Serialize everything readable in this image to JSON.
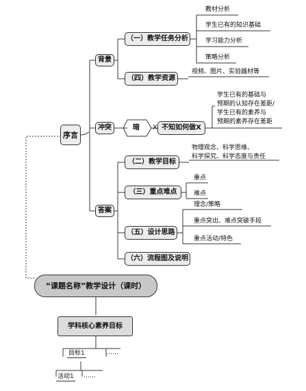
{
  "root": "序言",
  "branches": {
    "background": {
      "label": "背景",
      "tasks": {
        "label": "（一）教学任务分析",
        "items": [
          "教材分析",
          "学生已有的知识基础",
          "学习能力分析",
          "策略分析"
        ]
      },
      "resources": {
        "label": "（四）教学资源",
        "detail": "视频、图片、实验器材等"
      }
    },
    "conflict": {
      "label": "冲突",
      "hint": "暗",
      "cross_mark": "X",
      "unknown": "不知如何做X",
      "detail_lines": [
        "学生已有的基础与",
        "预期的认知存在差距/",
        "学生已有的素养与",
        "预期的素养存在差距"
      ]
    },
    "answer": {
      "label": "答案",
      "goals": {
        "label": "（二）教学目标",
        "detail_lines": [
          "物理观念、科学思维、",
          "科学探究、科学态度与责任"
        ]
      },
      "key_points": {
        "label": "（三）重点难点",
        "items": [
          "重点",
          "难点"
        ]
      },
      "design": {
        "label": "（五）设计思路",
        "items": [
          "理念/策略",
          "重点突出、难点突破手段",
          "重点活动/特色"
        ]
      },
      "flow": {
        "label": "（六）流程图及说明"
      }
    }
  },
  "design_title": "“课题名称”教学设计（课时）",
  "core_goal": "学科核心素养目标",
  "sub": {
    "goal": "目标1",
    "goal_more": "……",
    "activity": "活动1",
    "activity_more": "……"
  }
}
